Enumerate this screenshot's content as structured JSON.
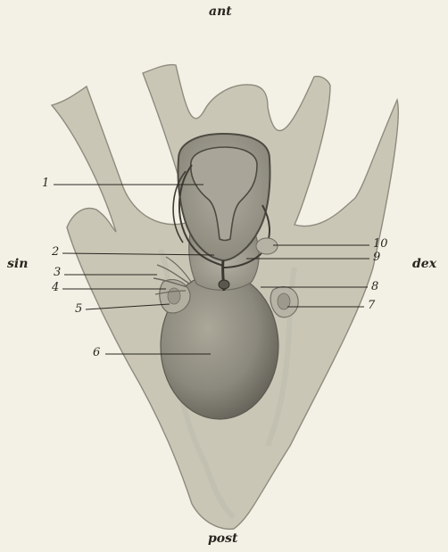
{
  "orientation": {
    "top": "ant",
    "bottom": "post",
    "left": "sin",
    "right": "dex"
  },
  "callouts": [
    "1",
    "2",
    "3",
    "4",
    "5",
    "6",
    "7",
    "8",
    "9",
    "10"
  ],
  "colors": {
    "paper": "#f3f1e6",
    "tissue": "#c9c6b6",
    "tissue_outline": "#8f8b7d",
    "organ": "#8d8a80",
    "organ_dark": "#5c5950",
    "ink": "#2a2620"
  }
}
